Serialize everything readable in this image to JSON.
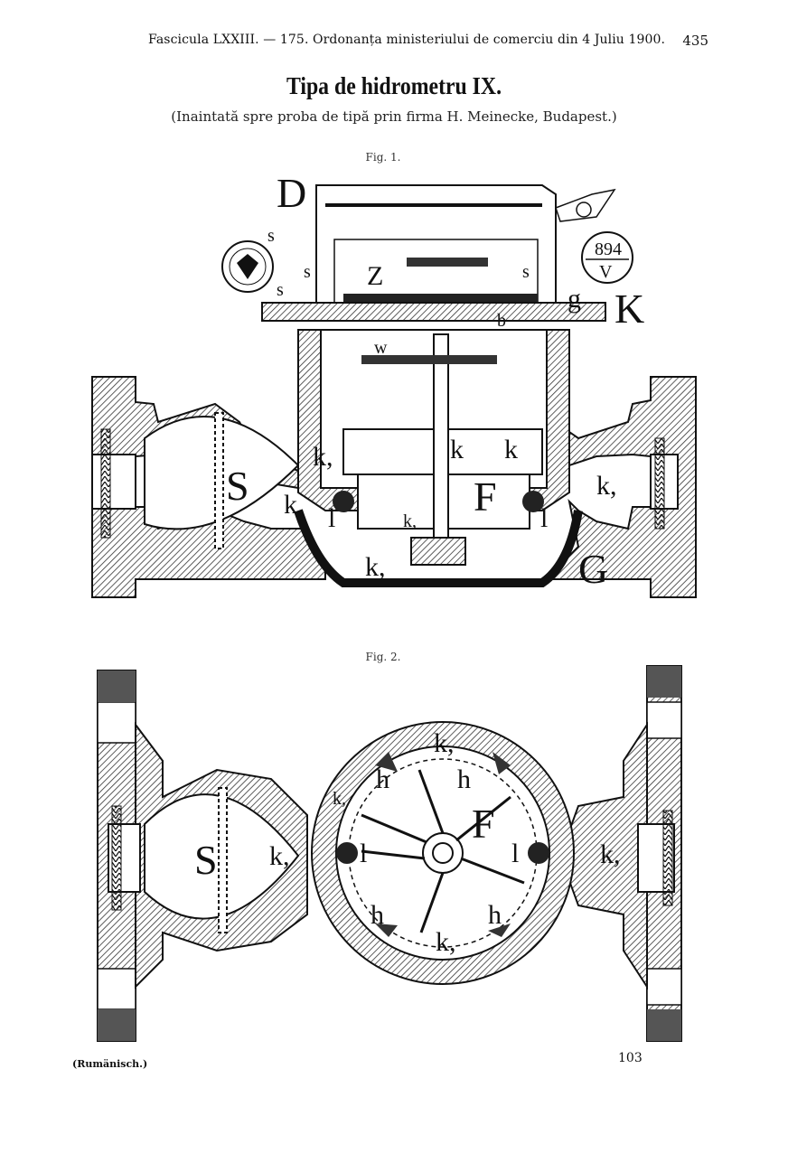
{
  "header": {
    "running_head": "Fascicula LXXIII. — 175. Ordonanța ministeriului de comerciu din 4 Juliu 1900.",
    "page_number": "435"
  },
  "title": "Tipa de hidrometru IX.",
  "subtitle": "(Inaintată spre proba de tipă prin firma H. Meinecke, Budapest.)",
  "figure1": {
    "caption": "Fig. 1.",
    "labels": {
      "D": "D",
      "Z": "Z",
      "K": "K",
      "g": "g",
      "b": "b",
      "w": "w",
      "S": "S",
      "F": "F",
      "G": "G",
      "s1": "s",
      "s2": "s",
      "s3": "s",
      "s4": "s",
      "k1": "k,",
      "k2": "k,",
      "k3": "k,",
      "k4": "k,",
      "k5": "k,",
      "k_mid1": "k",
      "k_mid2": "k",
      "l1": "l",
      "l2": "l",
      "dial_top": "894",
      "dial_bottom": "V"
    }
  },
  "figure2": {
    "caption": "Fig. 2.",
    "labels": {
      "S": "S",
      "F": "F",
      "k_left": "k,",
      "k_right": "k,",
      "k_top": "k,",
      "k_bottom": "k,",
      "k_upleft": "k,",
      "h1": "h",
      "h2": "h",
      "h3": "h",
      "h4": "h",
      "l1": "l",
      "l2": "l"
    }
  },
  "footer": {
    "left": "(Rumänisch.)",
    "right": "103"
  }
}
